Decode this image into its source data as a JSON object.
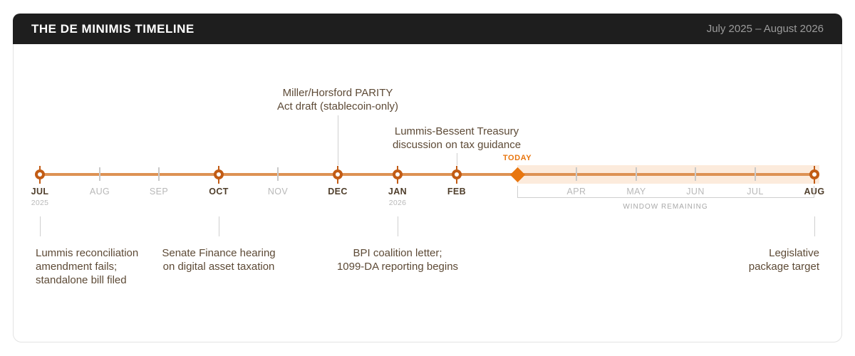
{
  "header": {
    "title": "THE DE MINIMIS TIMELINE",
    "date_range": "July 2025 – August 2026"
  },
  "timeline": {
    "months": [
      {
        "label": "JUL",
        "sublabel": "2025",
        "type": "major"
      },
      {
        "label": "AUG",
        "type": "minor"
      },
      {
        "label": "SEP",
        "type": "minor"
      },
      {
        "label": "OCT",
        "type": "major"
      },
      {
        "label": "NOV",
        "type": "minor"
      },
      {
        "label": "DEC",
        "type": "major"
      },
      {
        "label": "JAN",
        "sublabel": "2026",
        "type": "major"
      },
      {
        "label": "FEB",
        "type": "major"
      },
      {
        "label": "APR",
        "type": "minor"
      },
      {
        "label": "MAY",
        "type": "minor"
      },
      {
        "label": "JUN",
        "type": "minor"
      },
      {
        "label": "JUL",
        "type": "minor"
      },
      {
        "label": "AUG",
        "type": "major"
      }
    ],
    "today": {
      "label": "TODAY"
    },
    "window": {
      "label": "WINDOW REMAINING"
    }
  },
  "annotations": {
    "top": [
      {
        "anchor": "DEC",
        "lines": [
          "Miller/Horsford PARITY",
          "Act draft (stablecoin-only)"
        ]
      },
      {
        "anchor": "FEB",
        "lines": [
          "Lummis-Bessent Treasury",
          "discussion on tax guidance"
        ]
      }
    ],
    "bottom": [
      {
        "anchor": "JUL 2025",
        "lines": [
          "Lummis reconciliation",
          "amendment fails;",
          "standalone bill filed"
        ]
      },
      {
        "anchor": "OCT",
        "lines": [
          "Senate Finance hearing",
          "on digital asset taxation"
        ]
      },
      {
        "anchor": "JAN 2026",
        "lines": [
          "BPI coalition letter;",
          "1099-DA reporting begins"
        ]
      },
      {
        "anchor": "AUG 2026",
        "lines": [
          "Legislative",
          "package target"
        ]
      }
    ]
  },
  "colors": {
    "header_bg": "#1e1e1e",
    "timeline_line": "#dd9254",
    "marker_ring": "#c25c15",
    "today_accent": "#e8760f",
    "window_band": "#fcebdc",
    "annotation_text": "#5d4a36",
    "muted_gray": "#b8b8b8"
  }
}
